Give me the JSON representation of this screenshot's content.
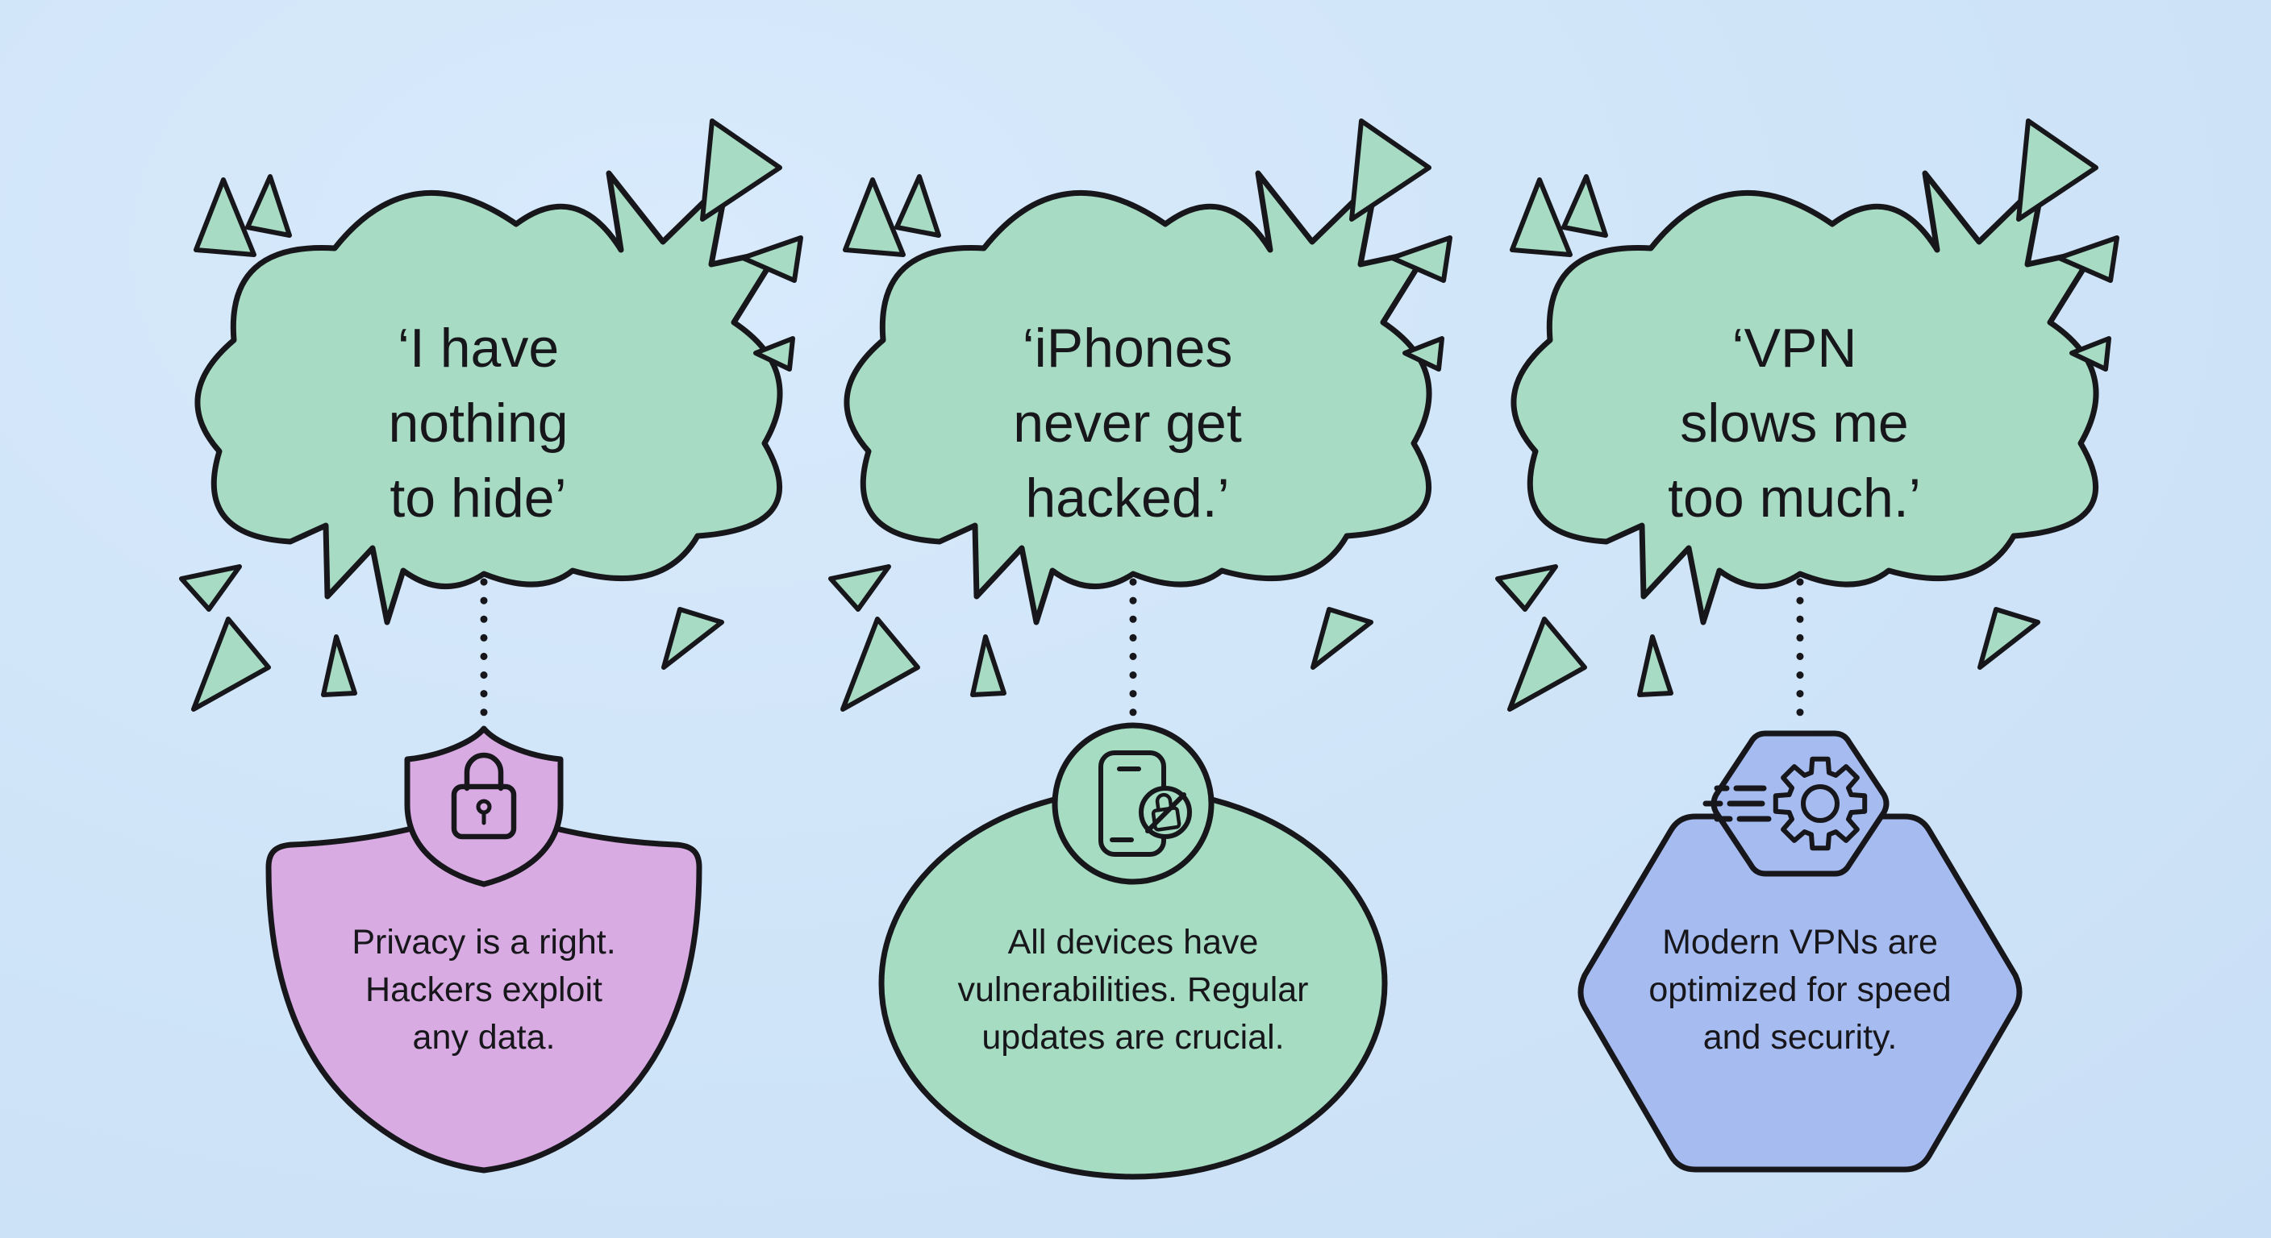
{
  "palette": {
    "background": "#cfe4f8",
    "cloud_green": "#a7dbc3",
    "shield_purple": "#d8abe2",
    "ellipse_green": "#a5dcc2",
    "hexagon_blue": "#a6bbef",
    "outline_black": "#17171b"
  },
  "columns": [
    {
      "topic": "privacy-myth",
      "myth": {
        "line1": "‘I have",
        "line2": "nothing",
        "line3": "to hide’"
      },
      "fact": {
        "line1": "Privacy is a right.",
        "line2": "Hackers exploit",
        "line3": "any data."
      },
      "badge_icon": "padlock-icon",
      "fact_shape": "shield",
      "fact_shape_color": "#d8abe2"
    },
    {
      "topic": "iphone-myth",
      "myth": {
        "line1": "‘iPhones",
        "line2": "never get",
        "line3": "hacked.’"
      },
      "fact": {
        "line1": "All devices have",
        "line2": "vulnerabilities. Regular",
        "line3": "updates are crucial."
      },
      "badge_icon": "hacked-phone-icon",
      "fact_shape": "ellipse",
      "fact_shape_color": "#a5dcc2"
    },
    {
      "topic": "vpn-myth",
      "myth": {
        "line1": "‘VPN",
        "line2": "slows me",
        "line3": "too much.’"
      },
      "fact": {
        "line1": "Modern VPNs are",
        "line2": "optimized for speed",
        "line3": "and security."
      },
      "badge_icon": "fast-gear-icon",
      "fact_shape": "hexagon",
      "fact_shape_color": "#a6bbef"
    }
  ]
}
